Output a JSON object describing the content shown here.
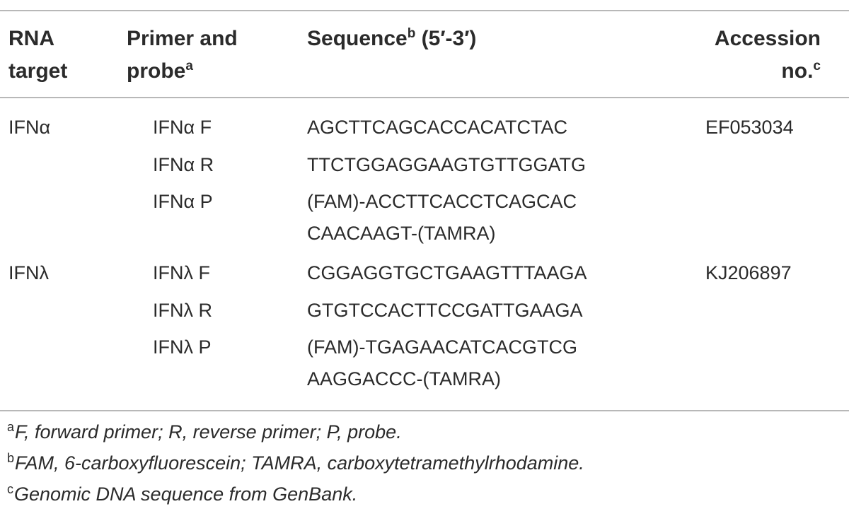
{
  "headers": {
    "col1_line1": "RNA",
    "col1_line2": "target",
    "col2_line1": "Primer and",
    "col2_line2": "probe",
    "col2_sup": "a",
    "col3_text": "Sequence",
    "col3_sup": "b",
    "col3_suffix": " (5′-3′)",
    "col4_line1": "Accession",
    "col4_line2": "no.",
    "col4_sup": "c"
  },
  "rows": [
    {
      "target": "IFNα",
      "primer": "IFNα F",
      "sequence": "AGCTTCAGCACCACATCTAC",
      "accession": "EF053034"
    },
    {
      "target": "",
      "primer": "IFNα R",
      "sequence": "TTCTGGAGGAAGTGTTGGATG",
      "accession": ""
    },
    {
      "target": "",
      "primer": "IFNα P",
      "sequence": "(FAM)-ACCTTCACCTCAGCAC",
      "accession": ""
    },
    {
      "target": "",
      "primer": "",
      "sequence": "CAACAAGT-(TAMRA)",
      "accession": ""
    },
    {
      "target": "IFNλ",
      "primer": "IFNλ F",
      "sequence": "CGGAGGTGCTGAAGTTTAAGA",
      "accession": "KJ206897"
    },
    {
      "target": "",
      "primer": "IFNλ R",
      "sequence": "GTGTCCACTTCCGATTGAAGA",
      "accession": ""
    },
    {
      "target": "",
      "primer": "IFNλ P",
      "sequence": "(FAM)-TGAGAACATCACGTCG",
      "accession": ""
    },
    {
      "target": "",
      "primer": "",
      "sequence": "AAGGACCC-(TAMRA)",
      "accession": ""
    }
  ],
  "footnotes": [
    {
      "mark": "a",
      "text": "F, forward primer; R, reverse primer; P, probe."
    },
    {
      "mark": "b",
      "text": "FAM, 6-carboxyfluorescein; TAMRA, carboxytetramethylrhodamine."
    },
    {
      "mark": "c",
      "text": "Genomic DNA sequence from GenBank."
    }
  ]
}
